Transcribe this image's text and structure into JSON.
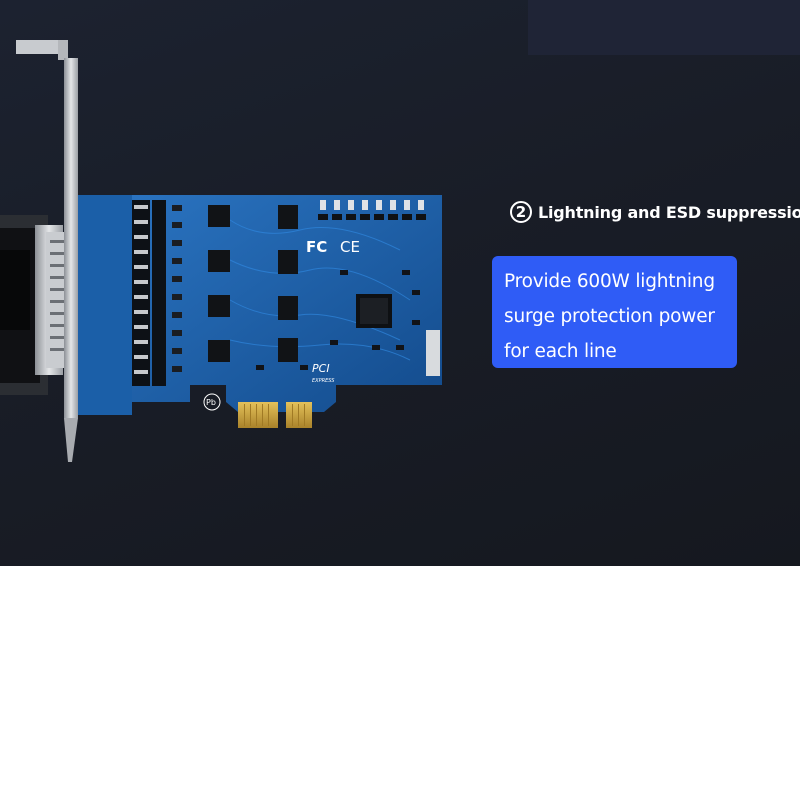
{
  "feature": {
    "number": "2",
    "heading": "Lightning and ESD suppression"
  },
  "callout": {
    "lines": [
      "Provide 600W lightning",
      "surge protection power",
      "for each line"
    ]
  },
  "board": {
    "markings": {
      "fc": "FC",
      "ce": "CE",
      "pci_logo": "PCI",
      "pci_sub": "EXPRESS",
      "pb_mark": "Pb"
    }
  },
  "colors": {
    "background": "#191d27",
    "pcb": "#1b5fa8",
    "callout": "#2f5cf6",
    "gold_fingers": "#c9a43c",
    "lower_area": "#ffffff"
  }
}
